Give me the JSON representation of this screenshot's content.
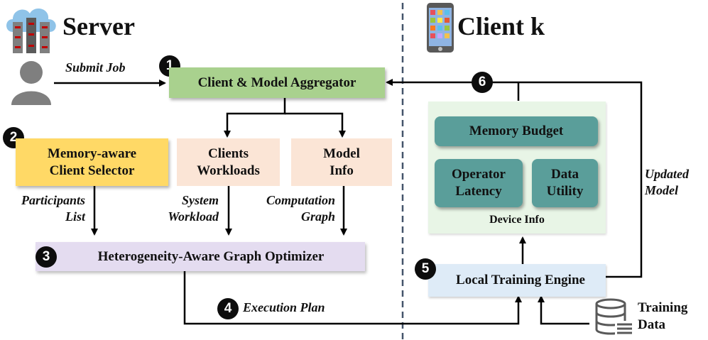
{
  "server": {
    "title": "Server"
  },
  "client": {
    "title": "Client k"
  },
  "labels": {
    "submit_job": "Submit Job",
    "participants_list": [
      "Participants",
      "List"
    ],
    "system_workload": [
      "System",
      "Workload"
    ],
    "computation_graph": [
      "Computation",
      "Graph"
    ],
    "execution_plan": "Execution Plan",
    "updated_model": [
      "Updated",
      "Model"
    ]
  },
  "boxes": {
    "aggregator": "Client & Model Aggregator",
    "selector": [
      "Memory-aware",
      "Client Selector"
    ],
    "workloads": [
      "Clients",
      "Workloads"
    ],
    "model_info": [
      "Model",
      "Info"
    ],
    "optimizer": "Heterogeneity-Aware Graph Optimizer",
    "memory_budget": "Memory Budget",
    "operator_latency": [
      "Operator",
      "Latency"
    ],
    "data_utility": [
      "Data",
      "Utility"
    ],
    "device_info": "Device Info",
    "training_engine": "Local Training Engine",
    "training_data": [
      "Training",
      "Data"
    ]
  },
  "steps": [
    "1",
    "2",
    "3",
    "4",
    "5",
    "6"
  ],
  "colors": {
    "aggregator": "#a9d18e",
    "selector": "#ffd966",
    "workloads": "#fbe5d6",
    "optimizer": "#e4dcf0",
    "device_panel": "#e8f5e6",
    "teal": "#5a9e9a",
    "engine": "#deebf7"
  },
  "icons": [
    "cloud-server-icon",
    "user-icon",
    "smartphone-icon",
    "database-icon"
  ]
}
